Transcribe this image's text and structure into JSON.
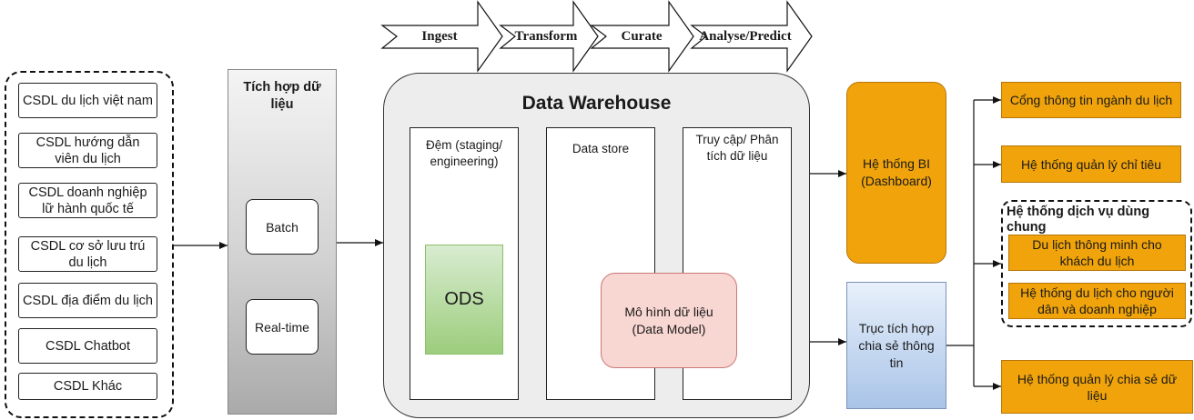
{
  "sources": {
    "items": [
      "CSDL du lịch việt nam",
      "CSDL hướng dẫn viên du lịch",
      "CSDL doanh nghiệp lữ hành quốc tế",
      "CSDL cơ sở lưu trú du lịch",
      "CSDL địa điểm du lịch",
      "CSDL Chatbot",
      "CSDL Khác"
    ]
  },
  "integration": {
    "title": "Tích hợp dữ liệu",
    "batch": "Batch",
    "realtime": "Real-time"
  },
  "pipeline": {
    "stages": [
      "Ingest",
      "Transform",
      "Curate",
      "Analyse/Predict"
    ]
  },
  "warehouse": {
    "title": "Data Warehouse",
    "staging": "Đệm (staging/ engineering)",
    "store": "Data store",
    "access": "Truy cập/  Phân tích dữ liệu",
    "ods": "ODS",
    "model": "Mô hình dữ liệu (Data Model)"
  },
  "bi": {
    "label": "Hệ thống BI (Dashboard)"
  },
  "share": {
    "label": "Trục tích hợp chia sẻ thông tin"
  },
  "outputs": {
    "portal": "Cổng thông tin ngành du lịch",
    "kpi": "Hệ thống quản lý chỉ tiêu",
    "shared_services": {
      "title": "Hệ thống dịch vụ dùng chung",
      "smart": "Du lịch thông minh cho khách du lịch",
      "citizen": "Hệ thống du lịch cho người dân và doanh nghiệp"
    },
    "data_sharing": "Hệ thống quản lý chia sẻ dữ liệu"
  }
}
